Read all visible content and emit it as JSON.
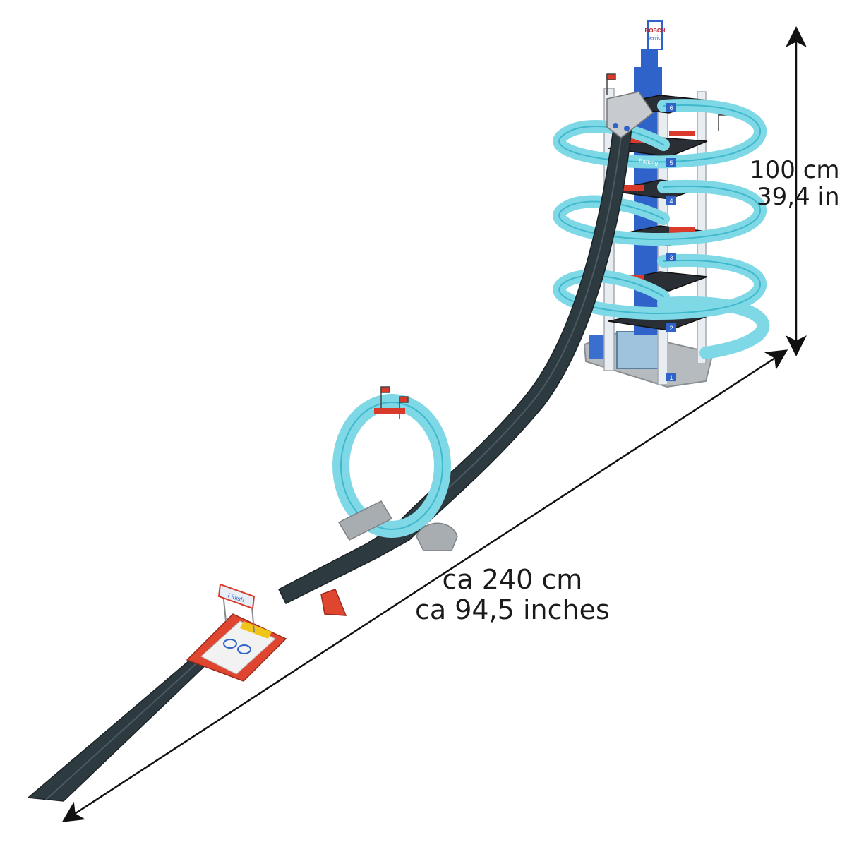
{
  "dimensions": {
    "height_metric": "100 cm",
    "height_imperial": "39,4 in",
    "length_metric": "ca 240 cm",
    "length_imperial": "ca 94,5 inches"
  },
  "tower": {
    "sign_brand": "BOSCH",
    "sign_sub": "Service",
    "level_labels": [
      "6",
      "5",
      "4",
      "3",
      "2",
      "1"
    ],
    "parking_text": "Parking"
  },
  "finish_gate": {
    "label": "Finish"
  },
  "colors": {
    "track_dark": "#2d3a40",
    "track_light": "#7fd8e6",
    "track_light_edge": "#3fb8cc",
    "accent_red": "#d93a2b",
    "tower_blue": "#2f63c9",
    "tower_white": "#e8edf2",
    "base_gray": "#a8adb2",
    "arrow": "#111111"
  }
}
